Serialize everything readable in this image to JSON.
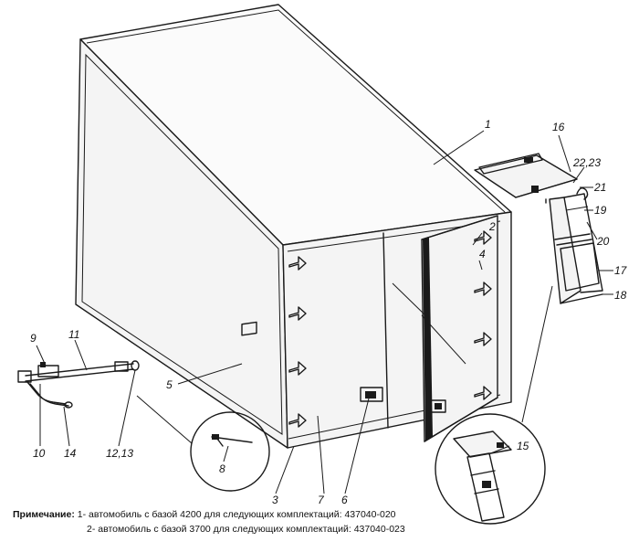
{
  "callouts": {
    "c1": "1",
    "c2": "2",
    "c3": "3",
    "c4": "4",
    "c5": "5",
    "c6": "6",
    "c7": "7",
    "c8": "8",
    "c9": "9",
    "c10": "10",
    "c11": "11",
    "c12_13": "12,13",
    "c14": "14",
    "c15": "15",
    "c16": "16",
    "c17": "17",
    "c18": "18",
    "c19": "19",
    "c20": "20",
    "c21": "21",
    "c22_23": "22,23"
  },
  "note": {
    "title": "Примечание:",
    "line1": "1- автомобиль с базой 4200 для следующих комплектаций: 437040-020",
    "line2": "2- автомобиль с базой 3700 для следующих комплектаций: 437040-023"
  }
}
